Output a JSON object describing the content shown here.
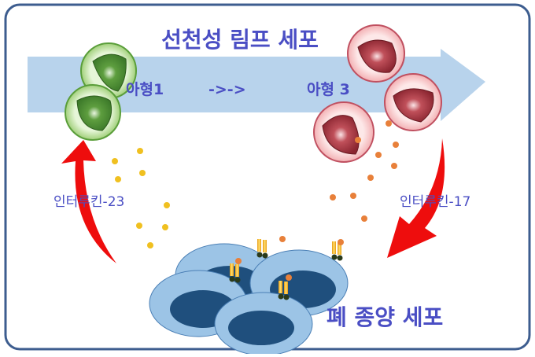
{
  "title": "선천성 림프 세포",
  "subtype_from": "아형1",
  "transition": "->->",
  "subtype_to": "아형 3",
  "left_label": "인터루킨-23",
  "right_label": "인터루킨-17",
  "tumor_label": "폐 종양 세포",
  "colors": {
    "frame": "#3d5d8f",
    "band": "#b8d3ec",
    "text": "#4a4ec4",
    "arrow": "#ee0d0d",
    "green_cell": "#5a9e3a",
    "red_cell": "#b83a46",
    "tumor_cell": "#9cc4e6",
    "tumor_nucleus": "#1f4f7d",
    "il23_dot": "#f0c020",
    "il17_dot": "#e8803a"
  }
}
